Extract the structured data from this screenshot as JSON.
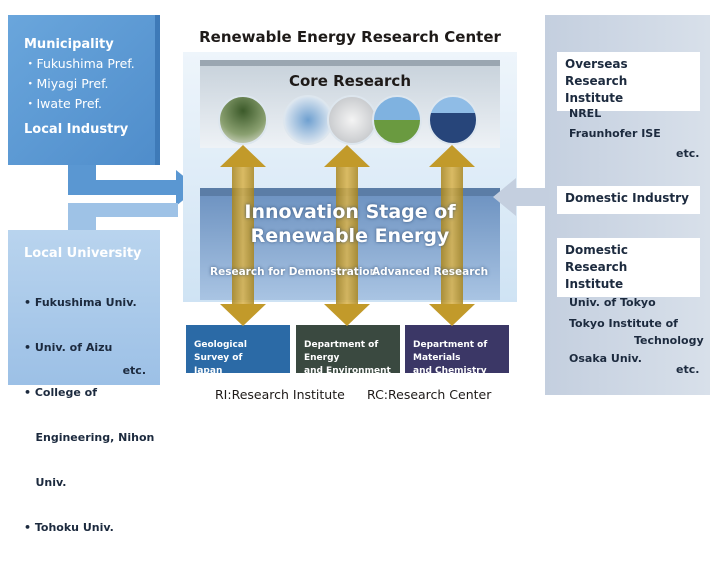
{
  "title": "Renewable Energy Research Center",
  "municipality": {
    "heading": "Municipality",
    "items": [
      "・Fukushima Pref.",
      "・Miyagi Pref.",
      "・Iwate Pref."
    ],
    "industry": "Local Industry"
  },
  "university": {
    "heading": "Local University",
    "items": [
      "• Fukushima Univ.",
      "• Univ. of Aizu",
      "• College of",
      "   Engineering, Nihon",
      "   Univ.",
      "• Tohoku Univ."
    ],
    "etc": "etc."
  },
  "core": {
    "heading": "Core Research"
  },
  "innovation": {
    "line1": "Innovation Stage of",
    "line2": "Renewable Energy",
    "left": "Research for Demonstration",
    "right": "Advanced Research"
  },
  "departments": [
    {
      "line1": "Geological Survey of",
      "line2": "Japan",
      "color": "#2b6aa6"
    },
    {
      "line1": "Department of Energy",
      "line2": "and Environment",
      "color": "#3a4940"
    },
    {
      "line1": "Department of Materials",
      "line2": "and Chemistry",
      "color": "#3b3766"
    }
  ],
  "legend": {
    "ri": "RI:Research Institute",
    "rc": "RC:Research Center"
  },
  "right": {
    "overseas": {
      "line1": "Overseas Research",
      "line2": "Institute",
      "items": [
        "NREL",
        "Fraunhofer ISE"
      ],
      "etc": "etc."
    },
    "industry": "Domestic Industry",
    "domestic": {
      "line1": "Domestic Research",
      "line2": "Institute",
      "items": [
        "Univ. of Tokyo",
        "Tokyo Institute of",
        "Technology",
        "Osaka Univ."
      ],
      "etc": "etc."
    }
  }
}
